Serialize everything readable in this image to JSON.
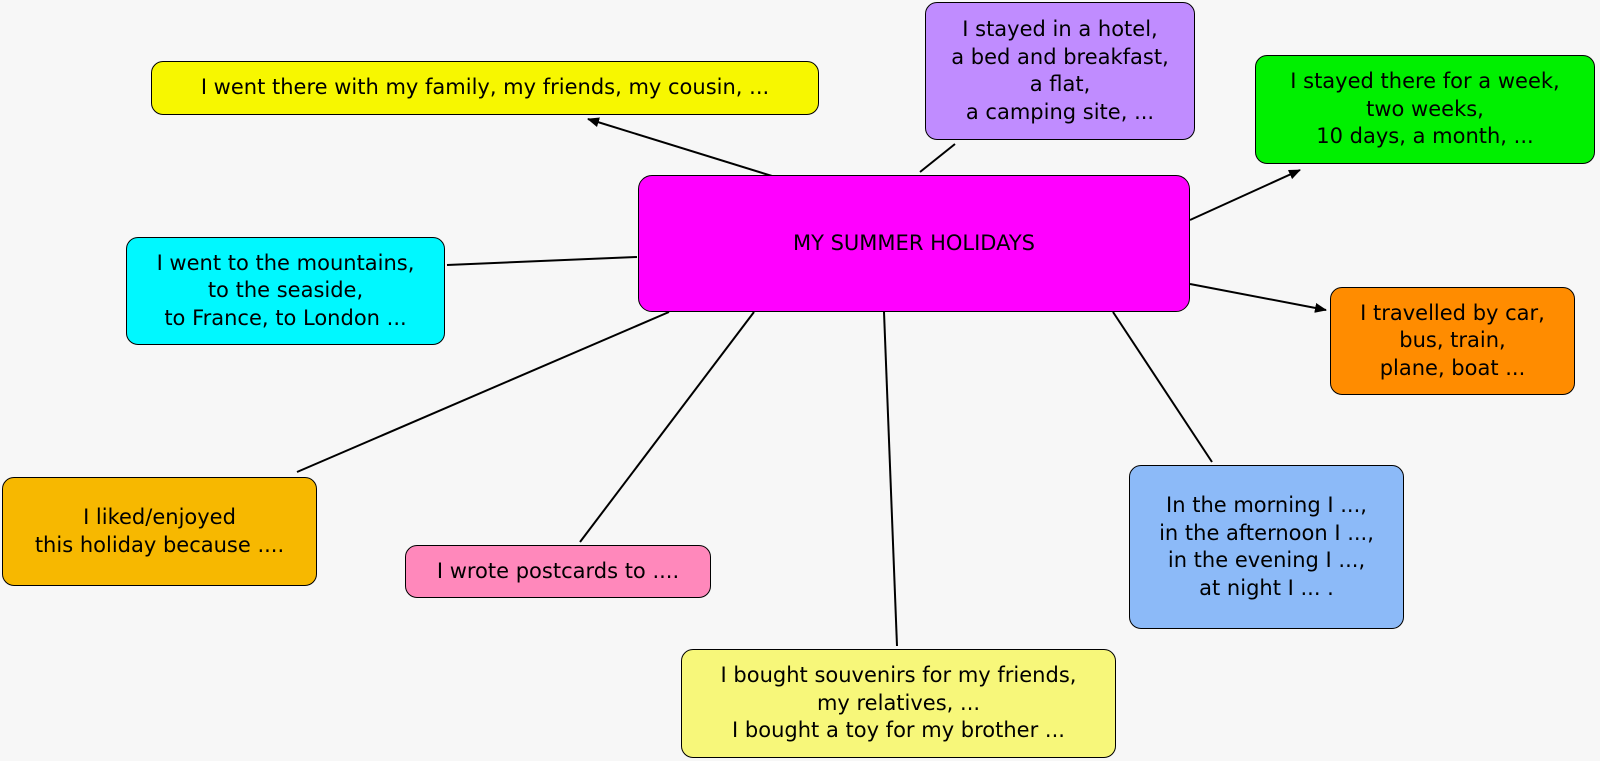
{
  "center": {
    "label": "MY SUMMER HOLIDAYS",
    "color": "#ff00ff"
  },
  "nodes": {
    "companions": {
      "label": "I went there with my family, my friends, my cousin, ...",
      "color": "#f7f700"
    },
    "stay_place": {
      "label": "I stayed in a hotel,\na bed and breakfast,\na flat,\na camping site, ...",
      "color": "#c08cff"
    },
    "duration": {
      "label": "I stayed there for a week,\ntwo weeks,\n10 days, a month, ...",
      "color": "#00f000"
    },
    "destination": {
      "label": "I went to the mountains,\nto the seaside,\nto France, to London ...",
      "color": "#00f8ff"
    },
    "transport": {
      "label": "I travelled by car,\nbus, train,\nplane, boat ...",
      "color": "#ff8c00"
    },
    "opinion": {
      "label": "I liked/enjoyed\nthis holiday because ....",
      "color": "#f7b800"
    },
    "postcards": {
      "label": "I wrote postcards to ....",
      "color": "#ff88bb"
    },
    "souvenirs": {
      "label": "I bought souvenirs for my friends,\nmy relatives, ...\nI bought a toy for my brother ...",
      "color": "#f7f77a"
    },
    "daily": {
      "label": "In the morning I ...,\nin the afternoon I ...,\nin the evening I ...,\nat night I ... .",
      "color": "#8cbaf8"
    }
  }
}
